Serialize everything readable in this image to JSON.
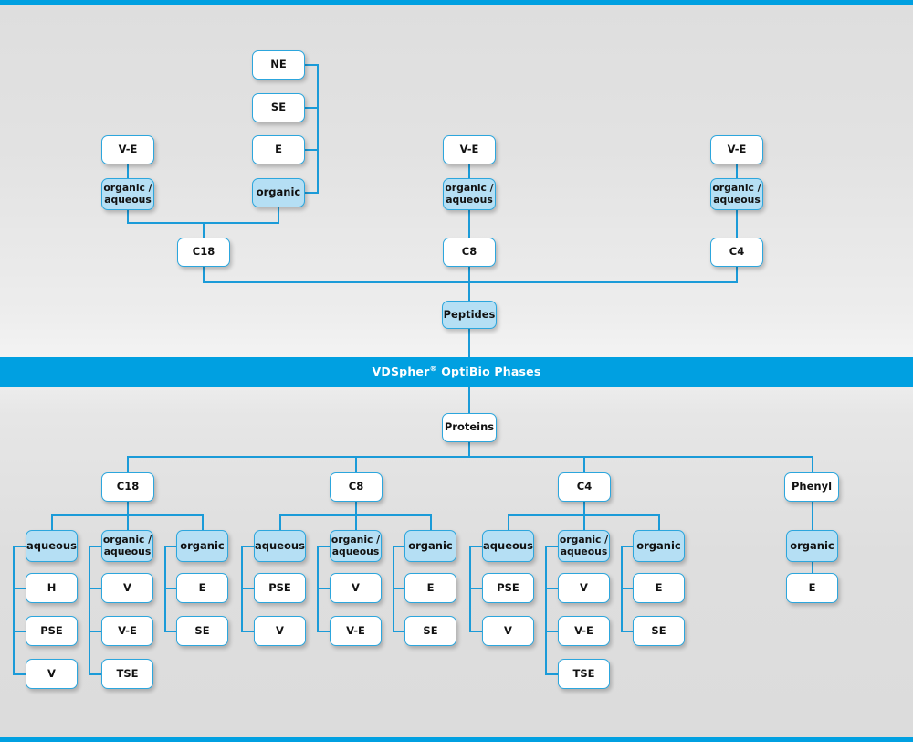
{
  "banner": {
    "brand": "VDSpher",
    "registered": "®",
    "suffix": " OptiBio Phases",
    "full_text": "VDSpher® OptiBio Phases",
    "bg_color": "#00a0e1",
    "text_color": "#ffffff"
  },
  "theme": {
    "accent": "#00a0e1",
    "line": "#1b9bd8",
    "node_border": "#2ca6dd",
    "node_fill": "#ffffff",
    "node_fill_highlight": "#b5dff4",
    "background_top": "#dedede",
    "background_mid": "#f3f3f3"
  },
  "top_section": {
    "root": {
      "label": "Peptides",
      "highlight": true
    },
    "columns": [
      {
        "id": "c18",
        "phase": {
          "label": "C18",
          "highlight": false
        },
        "modes": [
          {
            "id": "c18-organic-aqueous",
            "label": "organic /\naqueous",
            "label_line1": "organic /",
            "label_line2": "aqueous",
            "highlight": true,
            "children": [
              {
                "label": "V-E",
                "highlight": false
              }
            ]
          },
          {
            "id": "c18-organic",
            "label": "organic",
            "highlight": true,
            "children": [
              {
                "label": "NE",
                "highlight": false
              },
              {
                "label": "SE",
                "highlight": false
              },
              {
                "label": "E",
                "highlight": false
              }
            ]
          }
        ]
      },
      {
        "id": "c8",
        "phase": {
          "label": "C8",
          "highlight": false
        },
        "modes": [
          {
            "id": "c8-organic-aqueous",
            "label": "organic /\naqueous",
            "label_line1": "organic /",
            "label_line2": "aqueous",
            "highlight": true,
            "children": [
              {
                "label": "V-E",
                "highlight": false
              }
            ]
          }
        ]
      },
      {
        "id": "c4",
        "phase": {
          "label": "C4",
          "highlight": false
        },
        "modes": [
          {
            "id": "c4-organic-aqueous",
            "label": "organic /\naqueous",
            "label_line1": "organic /",
            "label_line2": "aqueous",
            "highlight": true,
            "children": [
              {
                "label": "V-E",
                "highlight": false
              }
            ]
          }
        ]
      }
    ]
  },
  "bottom_section": {
    "root": {
      "label": "Proteins",
      "highlight": false
    },
    "columns": [
      {
        "id": "c18",
        "phase": {
          "label": "C18",
          "highlight": false
        },
        "modes": [
          {
            "id": "c18-aqueous",
            "label": "aqueous",
            "highlight": true,
            "children": [
              {
                "label": "H",
                "highlight": false
              },
              {
                "label": "PSE",
                "highlight": false
              },
              {
                "label": "V",
                "highlight": false
              }
            ]
          },
          {
            "id": "c18-organic-aqueous",
            "label_line1": "organic /",
            "label_line2": "aqueous",
            "highlight": true,
            "children": [
              {
                "label": "V",
                "highlight": false
              },
              {
                "label": "V-E",
                "highlight": false
              },
              {
                "label": "TSE",
                "highlight": false
              }
            ]
          },
          {
            "id": "c18-organic",
            "label": "organic",
            "highlight": true,
            "children": [
              {
                "label": "E",
                "highlight": false
              },
              {
                "label": "SE",
                "highlight": false
              }
            ]
          }
        ]
      },
      {
        "id": "c8",
        "phase": {
          "label": "C8",
          "highlight": false
        },
        "modes": [
          {
            "id": "c8-aqueous",
            "label": "aqueous",
            "highlight": true,
            "children": [
              {
                "label": "PSE",
                "highlight": false
              },
              {
                "label": "V",
                "highlight": false
              }
            ]
          },
          {
            "id": "c8-organic-aqueous",
            "label_line1": "organic /",
            "label_line2": "aqueous",
            "highlight": true,
            "children": [
              {
                "label": "V",
                "highlight": false
              },
              {
                "label": "V-E",
                "highlight": false
              }
            ]
          },
          {
            "id": "c8-organic",
            "label": "organic",
            "highlight": true,
            "children": [
              {
                "label": "E",
                "highlight": false
              },
              {
                "label": "SE",
                "highlight": false
              }
            ]
          }
        ]
      },
      {
        "id": "c4",
        "phase": {
          "label": "C4",
          "highlight": false
        },
        "modes": [
          {
            "id": "c4-aqueous",
            "label": "aqueous",
            "highlight": true,
            "children": [
              {
                "label": "PSE",
                "highlight": false
              },
              {
                "label": "V",
                "highlight": false
              }
            ]
          },
          {
            "id": "c4-organic-aqueous",
            "label_line1": "organic /",
            "label_line2": "aqueous",
            "highlight": true,
            "children": [
              {
                "label": "V",
                "highlight": false
              },
              {
                "label": "V-E",
                "highlight": false
              },
              {
                "label": "TSE",
                "highlight": false
              }
            ]
          },
          {
            "id": "c4-organic",
            "label": "organic",
            "highlight": true,
            "children": [
              {
                "label": "E",
                "highlight": false
              },
              {
                "label": "SE",
                "highlight": false
              }
            ]
          }
        ]
      },
      {
        "id": "phenyl",
        "phase": {
          "label": "Phenyl",
          "highlight": false
        },
        "modes": [
          {
            "id": "phenyl-organic",
            "label": "organic",
            "highlight": true,
            "children": [
              {
                "label": "E",
                "highlight": false
              }
            ]
          }
        ]
      }
    ]
  }
}
